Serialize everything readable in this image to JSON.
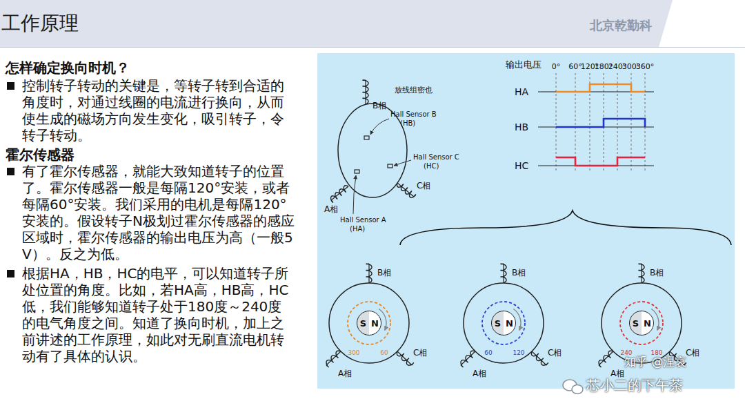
{
  "diagram": {
    "title": "工作原理",
    "nodes": [
      {
        "text": [
          "S",
          "N"
        ]
      },
      {
        "text": [
          "S",
          "N"
        ]
      },
      {
        "text": [
          "S",
          "N"
        ]
      }
    ],
    "labels": [
      "北京乾勤科",
      "怎样确定换向时机？",
      "控制转子转动的关键是，等转子转到合适的角度时，对通过线圈的电流进行换向，从而使生成的磁场方向发生变化，吸引转子，令转子转动。",
      "霍尔传感器",
      "有了霍尔传感器，就能大致知道转子的位置了。霍尔传感器一般是每隔120°安装，或者每隔60°安装。我们采用的电机是每隔120°安装的。假设转子N极划过霍尔传感器的感应区域时，霍尔传感器的输出电压为高（一般5V）。反之为低。",
      "根据HA，HB，HC的电平，可以知道转子所处位置的角度。比如，若HA高，HB高，HC低，我们能够知道转子处于180度～240度的电气角度之间。知道了换向时机，加上之前讲述的工作原理，如此对无刷直流电机转动有了具体的认识。",
      "B相",
      "放线组密也",
      "Hall Sensor B",
      "(HB)",
      "Hall Sensor C",
      "(HC)",
      "C相",
      "A相",
      "Hall Sensor A",
      "(HA)",
      "输出电压",
      "0°",
      "60°",
      "120°",
      "180°",
      "240°",
      "300°",
      "360°",
      "HA",
      "HB",
      "HC",
      "B相",
      "C相",
      "A相",
      "300",
      "60",
      "B相",
      "C相",
      "A相",
      "60",
      "120",
      "B相",
      "C相",
      "A相",
      "240",
      "180",
      "知乎 @涅哀",
      "芯小二的下午茶"
    ]
  }
}
